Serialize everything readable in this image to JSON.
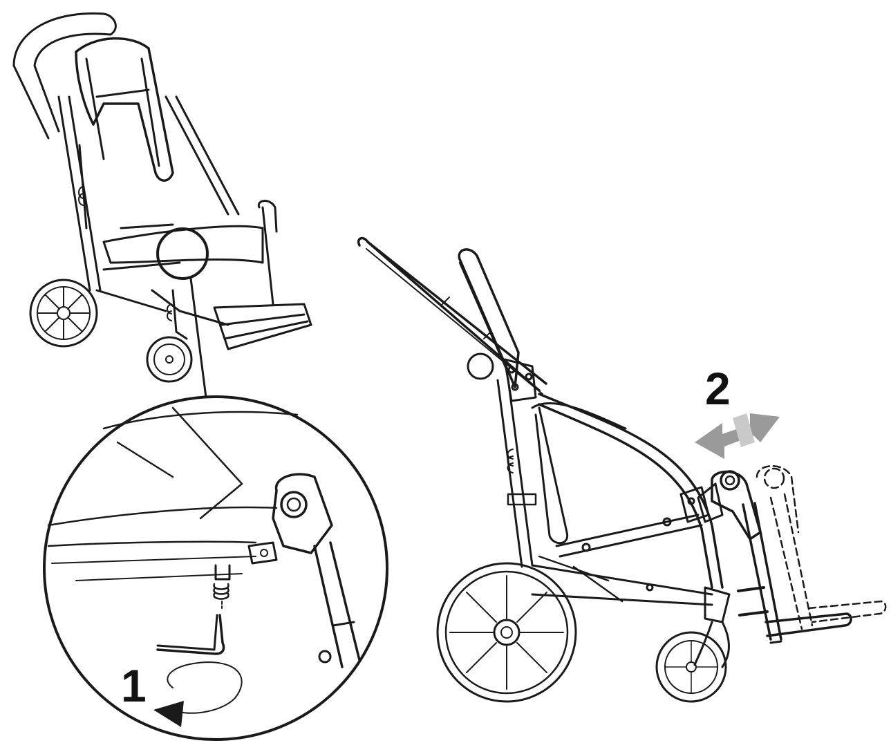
{
  "figure": {
    "step1_label": "1",
    "step2_label": "2",
    "colors": {
      "ink": "#1a1a1a",
      "arrow_gray": "#9a9a9a",
      "arrow_light": "#c9c9c9",
      "background": "#ffffff"
    },
    "parts": {
      "top_left": "stroller-front-three-quarter-view",
      "zoom": "detail-circle-hex-key-adjustment",
      "right": "stroller-side-view-footrest-adjustment"
    }
  }
}
